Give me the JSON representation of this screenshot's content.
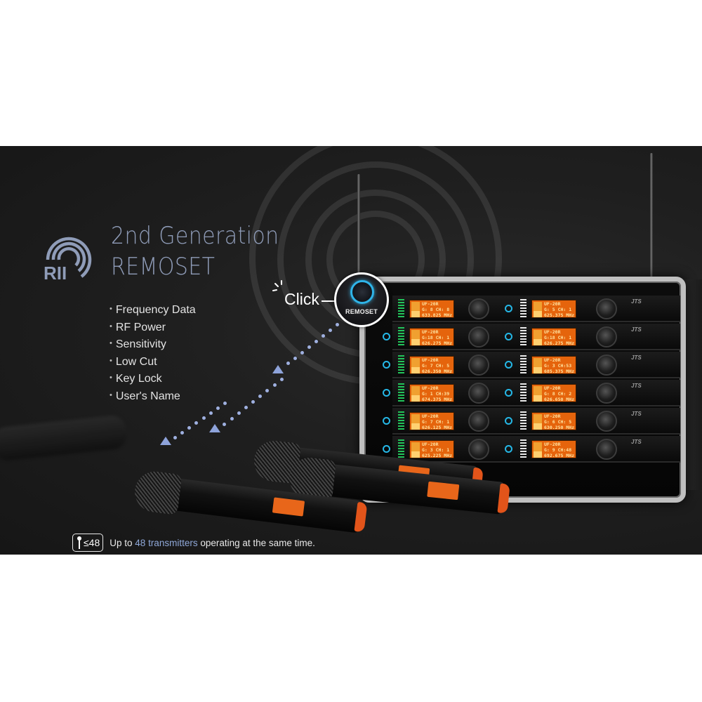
{
  "banner": {
    "background_color": "#1f1f1f",
    "accent_color": "#8f9cb8",
    "logo": {
      "icon": "remoset-rii-logo-icon",
      "letters": "RII"
    },
    "title": {
      "line1": "2nd Generation",
      "line2": "REMOSET"
    },
    "features": [
      "Frequency Data",
      "RF Power",
      "Sensitivity",
      "Low Cut",
      "Key Lock",
      "User's Name"
    ],
    "callout": {
      "click_label": "Click",
      "button_label": "REMOSET",
      "button_ring_color": "#2fb4e8"
    },
    "rack": {
      "brand": "JTS",
      "model": "UF-20R",
      "units_left": [
        {
          "line1": "UF-20R",
          "line2": "G: 8 CH: 8",
          "line3": "633.825 MHz"
        },
        {
          "line1": "UF-20R",
          "line2": "G:18 CH: 1",
          "line3": "626.275 MHz"
        },
        {
          "line1": "UF-20R",
          "line2": "G: 7 CH: 5",
          "line3": "626.350 MHz"
        },
        {
          "line1": "UF-20R",
          "line2": "G: 1 CH:39",
          "line3": "674.375 MHz"
        },
        {
          "line1": "UF-20R",
          "line2": "G: 7 CH: 1",
          "line3": "626.125 MHz"
        },
        {
          "line1": "UF-20R",
          "line2": "G: 3 CH: 1",
          "line3": "625.225 MHz"
        }
      ],
      "units_right": [
        {
          "line1": "UF-20R",
          "line2": "G: 5 CH: 1",
          "line3": "625.375 MHz"
        },
        {
          "line1": "UF-20R",
          "line2": "G:18 CH: 1",
          "line3": "626.275 MHz"
        },
        {
          "line1": "UF-20R",
          "line2": "G: 3 CH:53",
          "line3": "685.375 MHz"
        },
        {
          "line1": "UF-20R",
          "line2": "G: 8 CH: 2",
          "line3": "626.650 MHz"
        },
        {
          "line1": "UF-20R",
          "line2": "G: 6 CH: 5",
          "line3": "630.250 MHz"
        },
        {
          "line1": "UF-20R",
          "line2": "G: 9 CH:48",
          "line3": "692.675 MHz"
        }
      ],
      "lcd_color": "#e5640c"
    },
    "footer": {
      "badge_icon": "microphone-icon",
      "badge_text": "≤48",
      "text_before": "Up to ",
      "text_highlight": "48 transmitters",
      "text_after": " operating at the same time.",
      "highlight_color": "#8fa8d8"
    }
  }
}
